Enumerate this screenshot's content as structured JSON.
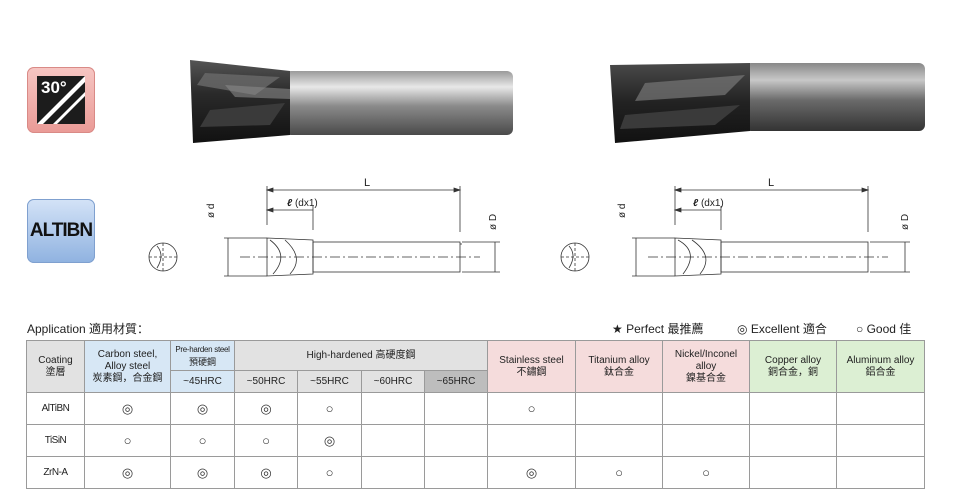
{
  "badges": {
    "angle": "30°",
    "coating": "ALTIBN"
  },
  "drawing_labels": {
    "length": "L",
    "cut_length": "(dx1)",
    "shank_dia": "ø D",
    "cut_dia": "ø d"
  },
  "application": {
    "title": "Application 適用材質：",
    "legend": [
      {
        "symbol": "★",
        "label": "Perfect 最推薦"
      },
      {
        "symbol": "◎",
        "label": "Excellent 適合"
      },
      {
        "symbol": "○",
        "label": "Good 佳"
      }
    ],
    "headers": {
      "coating": [
        "Coating",
        "塗層"
      ],
      "carbon": [
        "Carbon steel,",
        "Alloy steel",
        "炭素鋼，合金鋼"
      ],
      "preharden": [
        "Pre-harden steel",
        "預硬鋼"
      ],
      "high": "High-hardened 高硬度鋼",
      "stainless": [
        "Stainless steel",
        "不鏽鋼"
      ],
      "titanium": [
        "Titanium alloy",
        "鈦合金"
      ],
      "nickel": [
        "Nickel/Inconel",
        "alloy",
        "鎳基合金"
      ],
      "copper": [
        "Copper alloy",
        "銅合金，銅"
      ],
      "aluminum": [
        "Aluminum alloy",
        "鋁合金"
      ]
    },
    "hrc": [
      "~45HRC",
      "~50HRC",
      "~55HRC",
      "~60HRC",
      "~65HRC"
    ],
    "rows": [
      {
        "name": "AlTiBN",
        "cells": [
          "◎",
          "◎",
          "◎",
          "○",
          "",
          "",
          "○",
          "",
          "",
          "",
          ""
        ]
      },
      {
        "name": "TiSiN",
        "cells": [
          "○",
          "○",
          "○",
          "◎",
          "",
          "",
          "",
          "",
          "",
          "",
          ""
        ]
      },
      {
        "name": "ZrN-A",
        "cells": [
          "◎",
          "◎",
          "◎",
          "○",
          "",
          "",
          "◎",
          "○",
          "○",
          "",
          ""
        ]
      }
    ]
  }
}
